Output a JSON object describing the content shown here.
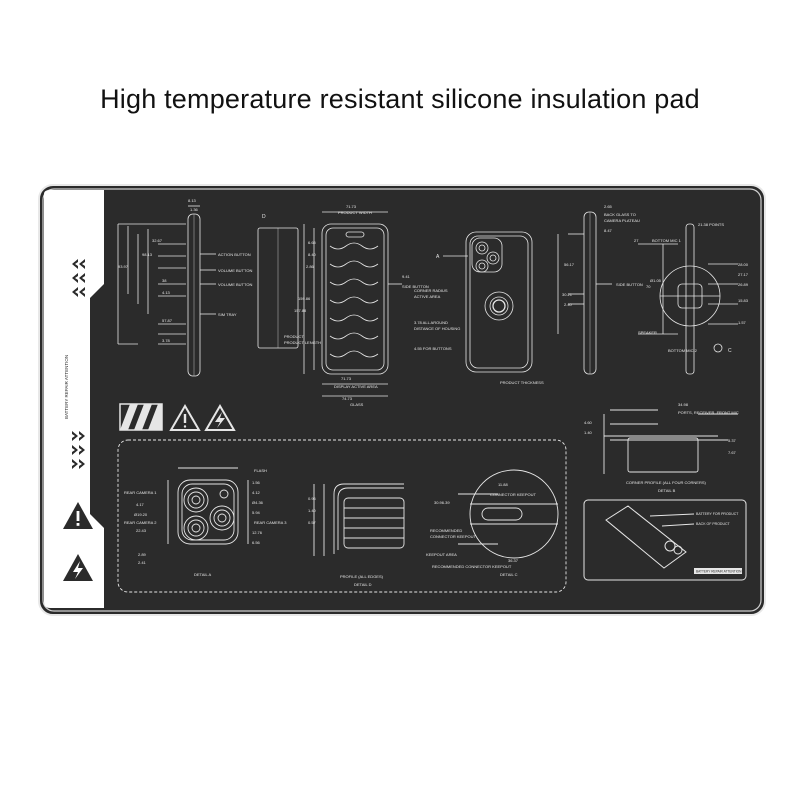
{
  "headline": "High temperature resistant silicone insulation pad",
  "colors": {
    "mat_background": "#2b2b2b",
    "mat_border": "#e8e8e8",
    "stripe": "#ffffff",
    "line_art": "#e6e6e6"
  },
  "icons": [
    "chevron-left-icon",
    "chevron-right-icon",
    "warning-triangle-icon",
    "lightning-icon",
    "slash-stripes-icon",
    "logo-icon"
  ],
  "labels": {
    "product_width": "PRODUCT WIDTH",
    "dim_71": "71.73",
    "action_button": "ACTION BUTTON",
    "volume_up": "VOLUME BUTTON",
    "volume_down": "VOLUME BUTTON",
    "sim_tray": "SIM TRAY",
    "display_active": "DISPLAY ACTIVE AREA",
    "glass": "GLASS",
    "product_length": "PRODUCT LENGTH",
    "side_button": "SIDE BUTTON",
    "camera_plateau": "CAMERA PLATEAU",
    "product_thickness": "PRODUCT THICKNESS",
    "bottom_mic": "BOTTOM MIC 1",
    "speaker": "SPEAKER",
    "bottom_mic2": "BOTTOM MIC 2",
    "letter_a": "A",
    "letter_c": "C",
    "letter_d": "D",
    "ports": "PORTS, RECEIVER, FRONT MIC",
    "corner_profile": "CORNER PROFILE (ALL FOUR CORNERS)",
    "detail_b": "DETAIL B",
    "flash": "FLASH",
    "rear_camera1": "REAR CAMERA 1",
    "rear_camera2": "REAR CAMERA 2",
    "rear_camera3": "REAR CAMERA 3",
    "detail_a": "DETAIL A",
    "profile": "PROFILE (ALL EDGES)",
    "detail_d": "DETAIL D",
    "recommended_port": "RECOMMENDED CONNECTOR KEEPOUT",
    "detail_c": "DETAIL C",
    "device_card_title": "BATTERY REPAIR ATTENTION",
    "vertical_text": "BATTERY REPAIR ATTENTION"
  }
}
